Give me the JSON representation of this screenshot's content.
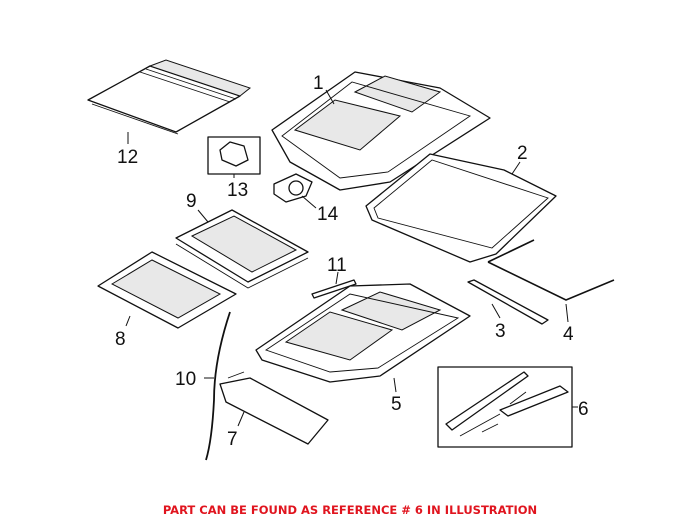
{
  "callouts": {
    "c1": "1",
    "c2": "2",
    "c3": "3",
    "c4": "4",
    "c5": "5",
    "c6": "6",
    "c7": "7",
    "c8": "8",
    "c9": "9",
    "c10": "10",
    "c11": "11",
    "c12": "12",
    "c13": "13",
    "c14": "14"
  },
  "footer_note": "PART CAN BE FOUND AS REFERENCE # 6 IN ILLUSTRATION",
  "colors": {
    "note": "#e0141e",
    "line": "#111111"
  }
}
